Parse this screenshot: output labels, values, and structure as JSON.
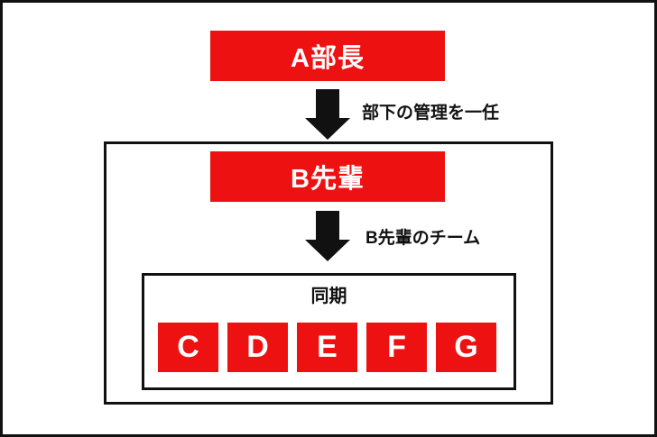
{
  "colors": {
    "accent_red": "#ee1111",
    "ink_black": "#111111",
    "background_white": "#ffffff",
    "text_white": "#ffffff"
  },
  "org_chart": {
    "manager_box": {
      "label": "A部長"
    },
    "delegation_arrow": {
      "note": "部下の管理を一任"
    },
    "senior_box": {
      "label": "B先輩"
    },
    "team_arrow": {
      "note": "B先輩のチーム"
    },
    "team_group": {
      "title": "同期",
      "members": [
        {
          "label": "C"
        },
        {
          "label": "D"
        },
        {
          "label": "E"
        },
        {
          "label": "F"
        },
        {
          "label": "G"
        }
      ]
    }
  }
}
